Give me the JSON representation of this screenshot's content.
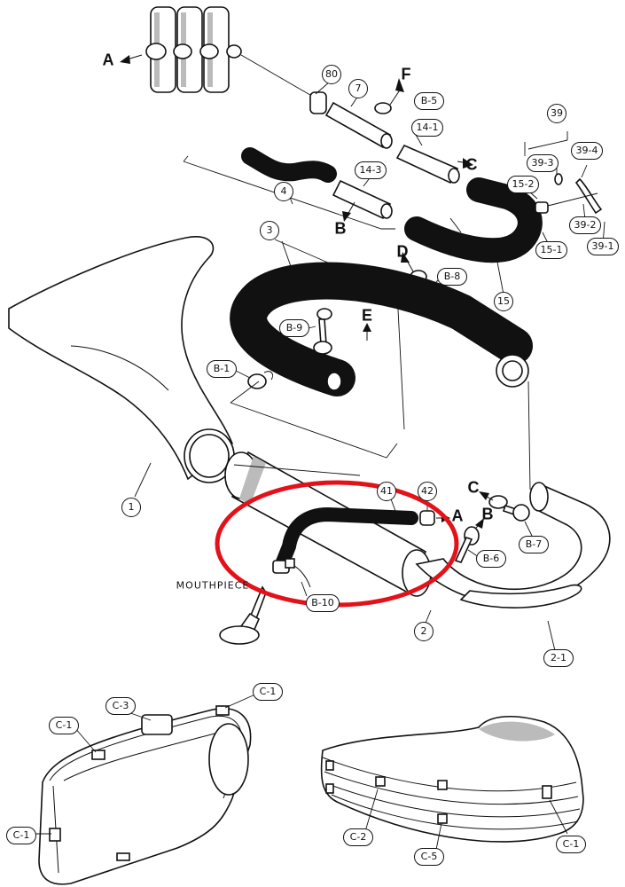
{
  "labels": {
    "p80": "80",
    "p7": "7",
    "pB5": "B-5",
    "pF": "F",
    "p14_1": "14-1",
    "pC_top": "C",
    "p39": "39",
    "p39_3": "39-3",
    "p39_4": "39-4",
    "p15_2": "15-2",
    "p39_2": "39-2",
    "p15_1": "15-1",
    "p39_1": "39-1",
    "p14_3": "14-3",
    "pB_top": "B",
    "p4": "4",
    "pA_top": "A",
    "p3": "3",
    "pD": "D",
    "pB8": "B-8",
    "p15": "15",
    "pB9": "B-9",
    "pE": "E",
    "pB1": "B-1",
    "p1": "1",
    "p41": "41",
    "p42": "42",
    "pC_mid": "C",
    "pA_mid": "A",
    "pB_mid": "B",
    "pB7": "B-7",
    "pB6": "B-6",
    "mouthpiece": "MOUTHPIECE",
    "pB10": "B-10",
    "p2": "2",
    "p2_1": "2-1",
    "pC3": "C-3",
    "pC1_a": "C-1",
    "pC1_b": "C-1",
    "pC1_c": "C-1",
    "pC1_d": "C-1",
    "pC2": "C-2",
    "pC5": "C-5"
  },
  "colors": {
    "highlight": "#e3121a",
    "line": "#111111"
  }
}
